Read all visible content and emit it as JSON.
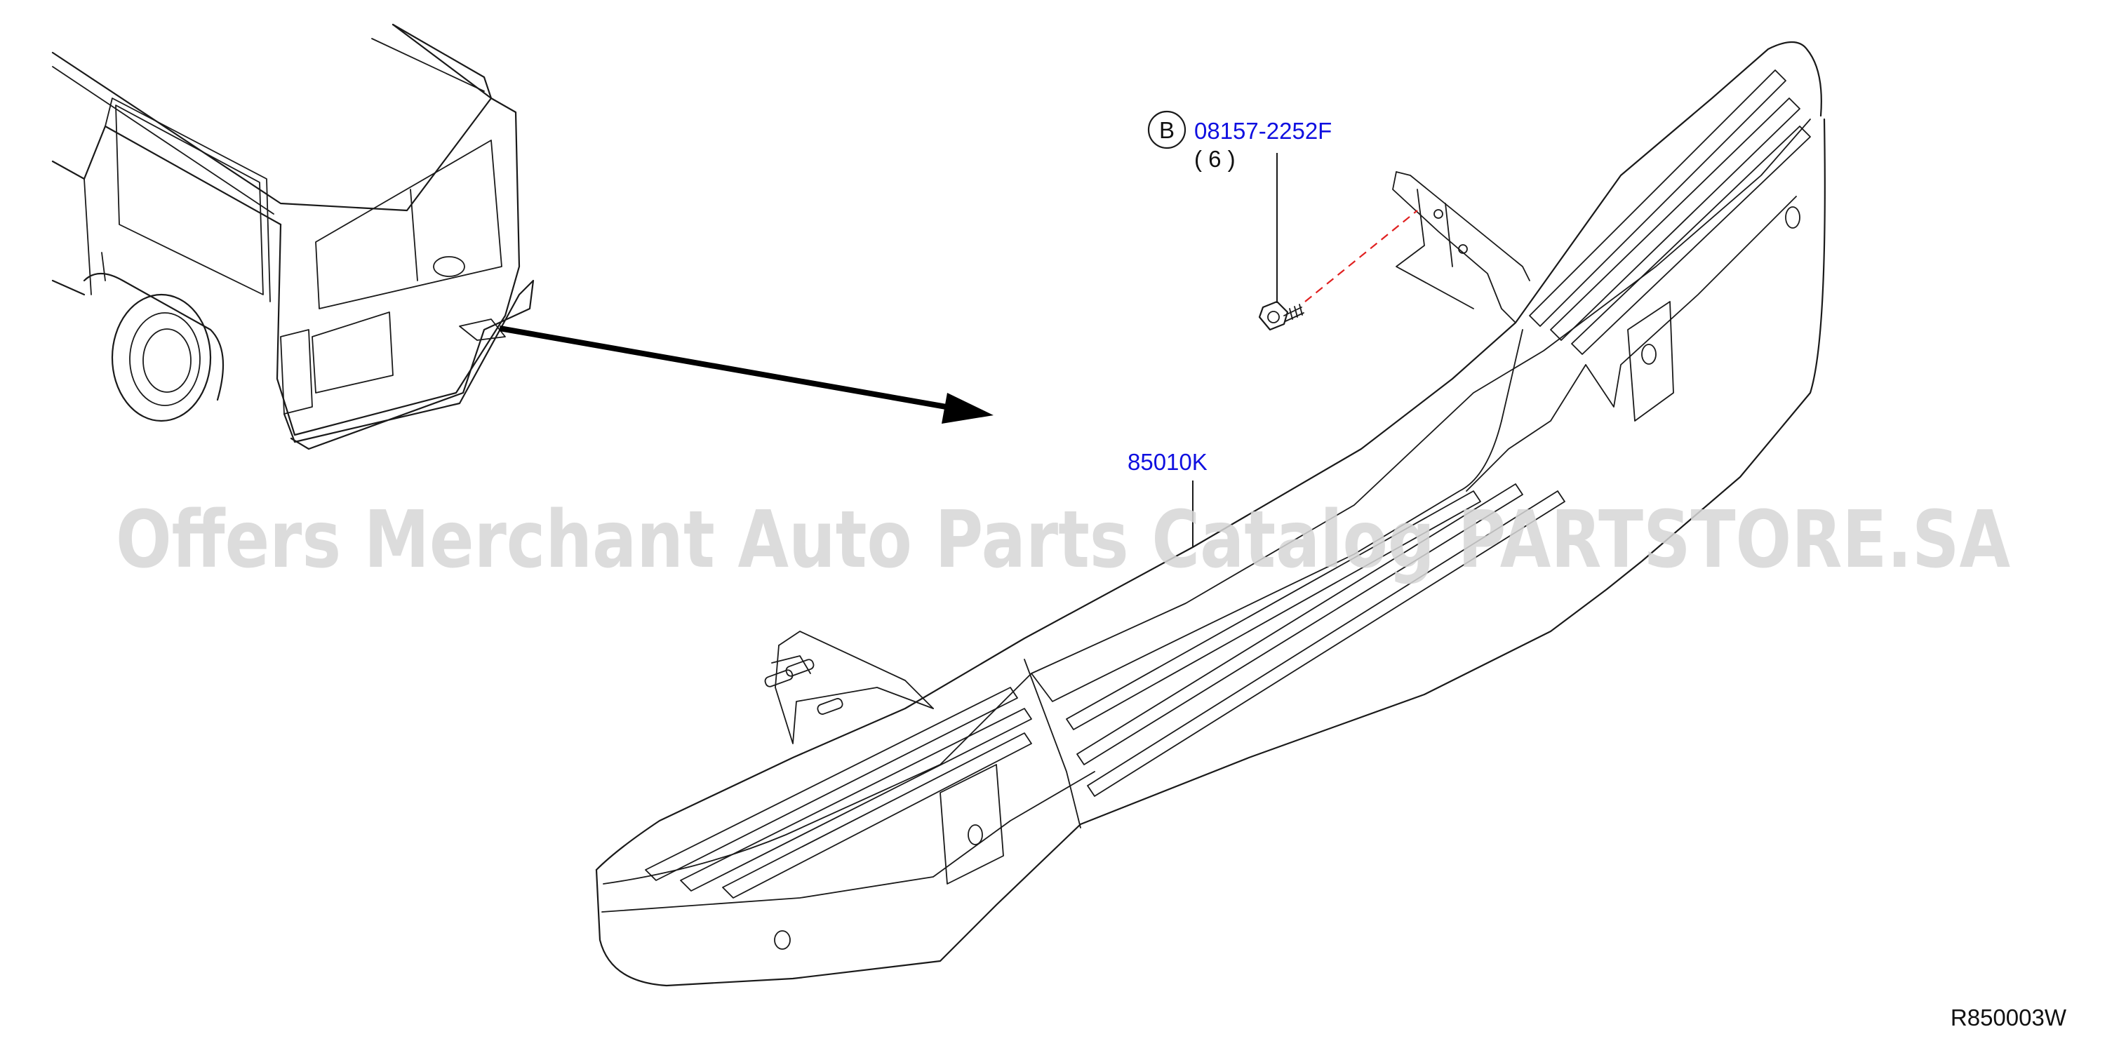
{
  "callouts": {
    "bolt": {
      "circle_letter": "B",
      "part_number": "08157-2252F",
      "quantity": "( 6 )"
    },
    "step_bumper": {
      "part_number": "85010K"
    }
  },
  "watermark": "Offers Merchant Auto Parts Catalog PARTSTORE.SA",
  "diagram_code": "R850003W",
  "colors": {
    "part_number": "#1010e0",
    "leader_dashed": "#e02020",
    "watermark": "#d6d6d6",
    "line": "#1a1a1a"
  }
}
